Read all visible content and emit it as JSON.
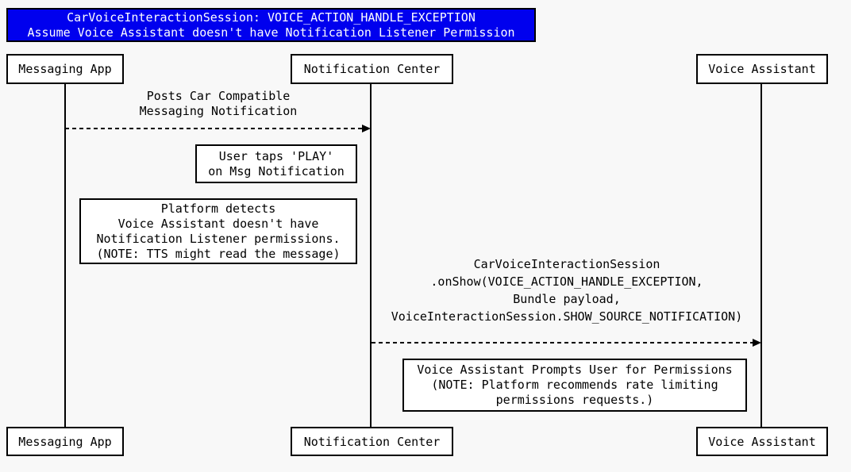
{
  "diagram": {
    "type": "sequence-diagram",
    "title": {
      "line1": "CarVoiceInteractionSession: VOICE_ACTION_HANDLE_EXCEPTION",
      "line2": "Assume Voice Assistant doesn't have Notification Listener Permission"
    },
    "participants": [
      {
        "id": "messaging-app",
        "name": "Messaging App"
      },
      {
        "id": "notification-center",
        "name": "Notification Center"
      },
      {
        "id": "voice-assistant",
        "name": "Voice Assistant"
      }
    ],
    "messages": [
      {
        "from": "Messaging App",
        "to": "Notification Center",
        "line_style": "dashed",
        "label_lines": [
          "Posts Car Compatible",
          "Messaging Notification"
        ]
      },
      {
        "from": "Notification Center",
        "to": "Voice Assistant",
        "line_style": "dashed",
        "label_lines": [
          "CarVoiceInteractionSession",
          ".onShow(VOICE_ACTION_HANDLE_EXCEPTION,",
          "Bundle payload,",
          "VoiceInteractionSession.SHOW_SOURCE_NOTIFICATION)"
        ]
      }
    ],
    "notes": [
      {
        "lines": [
          "User taps 'PLAY'",
          "on Msg Notification"
        ]
      },
      {
        "lines": [
          "Platform detects",
          "Voice Assistant doesn't have",
          "Notification Listener permissions.",
          "(NOTE: TTS might read the message)"
        ]
      },
      {
        "lines": [
          "Voice Assistant Prompts User for Permissions",
          "(NOTE: Platform recommends rate limiting",
          "permissions requests.)"
        ]
      }
    ],
    "colors": {
      "title_bg": "#0000EE",
      "title_text": "#FFFFFF",
      "line": "#000000",
      "box_bg": "#FFFFFF",
      "page_bg": "#F8F8F8"
    }
  }
}
